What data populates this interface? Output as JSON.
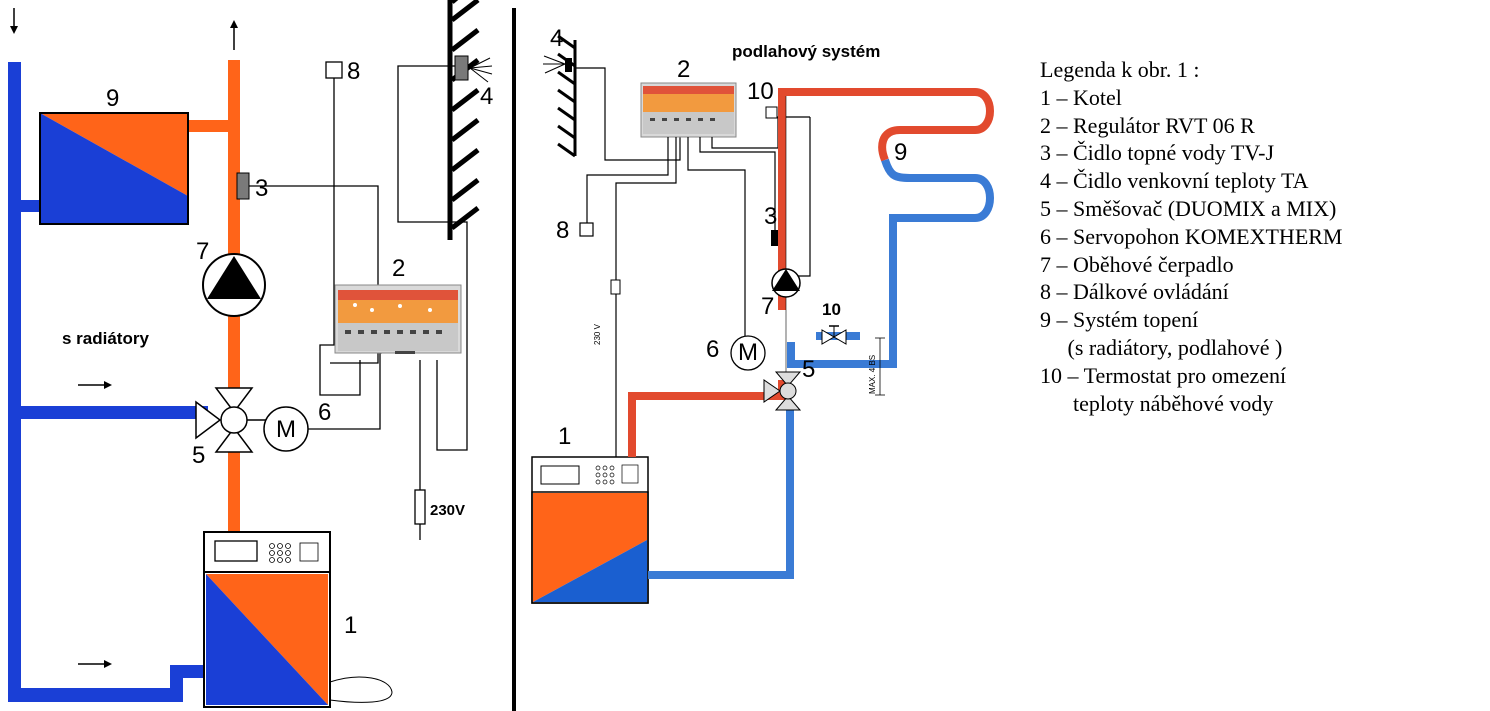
{
  "left": {
    "label_radiators": "s radiátory",
    "numbers": {
      "n1": "1",
      "n2": "2",
      "n3": "3",
      "n4": "4",
      "n5": "5",
      "n6": "6",
      "n7": "7",
      "n8": "8",
      "n9": "9"
    },
    "motor": "M",
    "power": "230V"
  },
  "right": {
    "label_floor": "podlahový systém",
    "numbers": {
      "n1": "1",
      "n2": "2",
      "n3": "3",
      "n4": "4",
      "n5": "5",
      "n6": "6",
      "n7": "7",
      "n8": "8",
      "n9": "9",
      "n10a": "10",
      "n10b": "10"
    },
    "motor": "M",
    "power": "230 V",
    "max_label": "MAX. 4 BS"
  },
  "legend": {
    "title": "Legenda k obr. 1 :",
    "items": [
      "1 – Kotel",
      "2 – Regulátor RVT 06 R",
      "3 – Čidlo topné vody TV-J",
      "4 – Čidlo venkovní teploty  TA",
      "5 – Směšovač (DUOMIX a MIX)",
      "6 – Servopohon  KOMEXTHERM",
      "7 – Oběhové čerpadlo",
      "8 – Dálkové ovládání",
      "9 – Systém topení",
      "     (s radiátory, podlahové )",
      "10 – Termostat  pro omezení",
      "      teploty náběhové vody"
    ]
  },
  "colors": {
    "cold": "#1a3fd6",
    "hot": "#ff6419",
    "floor_hot": "#e24a2e",
    "floor_cold": "#3a7bd5"
  }
}
